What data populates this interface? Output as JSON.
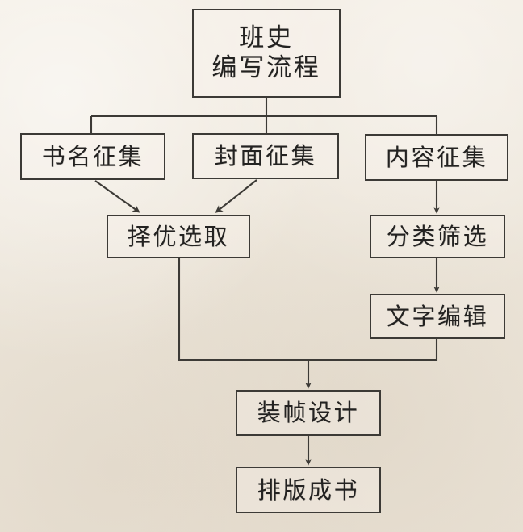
{
  "document": {
    "kind": "flowchart-scan",
    "title": "班史编写流程",
    "background_color": "#efe9df",
    "ink_color": "#3c3a36"
  },
  "nodes": {
    "root": {
      "id": "root",
      "label": "班史\n编写流程"
    },
    "title": {
      "id": "title",
      "label": "书名征集"
    },
    "cover": {
      "id": "cover",
      "label": "封面征集"
    },
    "content": {
      "id": "content",
      "label": "内容征集"
    },
    "select": {
      "id": "select",
      "label": "择优选取"
    },
    "classify": {
      "id": "classify",
      "label": "分类筛选"
    },
    "edit": {
      "id": "edit",
      "label": "文字编辑"
    },
    "design": {
      "id": "design",
      "label": "装帧设计"
    },
    "book": {
      "id": "book",
      "label": "排版成书"
    }
  },
  "edges": [
    {
      "from": "root",
      "to": "title",
      "style": "orthogonal",
      "arrow": false
    },
    {
      "from": "root",
      "to": "cover",
      "style": "orthogonal",
      "arrow": false
    },
    {
      "from": "root",
      "to": "content",
      "style": "orthogonal",
      "arrow": false
    },
    {
      "from": "title",
      "to": "select",
      "style": "diagonal",
      "arrow": true
    },
    {
      "from": "cover",
      "to": "select",
      "style": "diagonal",
      "arrow": true
    },
    {
      "from": "content",
      "to": "classify",
      "style": "straight",
      "arrow": true
    },
    {
      "from": "classify",
      "to": "edit",
      "style": "straight",
      "arrow": true
    },
    {
      "from": "select",
      "to": "design",
      "style": "orthogonal",
      "arrow": true
    },
    {
      "from": "edit",
      "to": "design",
      "style": "orthogonal",
      "arrow": true
    },
    {
      "from": "design",
      "to": "book",
      "style": "straight",
      "arrow": true
    }
  ]
}
